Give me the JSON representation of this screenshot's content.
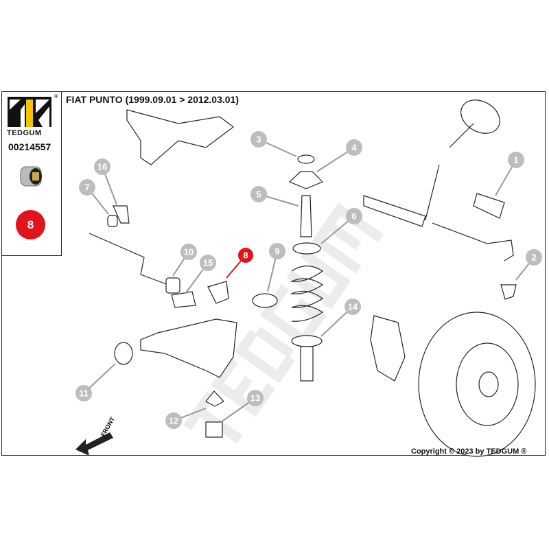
{
  "header": {
    "brand": "TEDGUM",
    "registered_mark": "®",
    "part_number": "00214557",
    "title": "FIAT PUNTO (1999.09.01 > 2012.03.01)",
    "highlighted_part": "8"
  },
  "diagram": {
    "watermark": "TEDGUM",
    "front_label": "FRONT",
    "callouts": [
      "1",
      "2",
      "3",
      "4",
      "5",
      "6",
      "7",
      "8",
      "9",
      "10",
      "11",
      "12",
      "13",
      "14",
      "15",
      "16"
    ],
    "highlight_color": "#e0141b",
    "callout_color": "#bdbdbd"
  },
  "footer": {
    "copyright": "Copyright © 2023 by TEDGUM ®"
  }
}
